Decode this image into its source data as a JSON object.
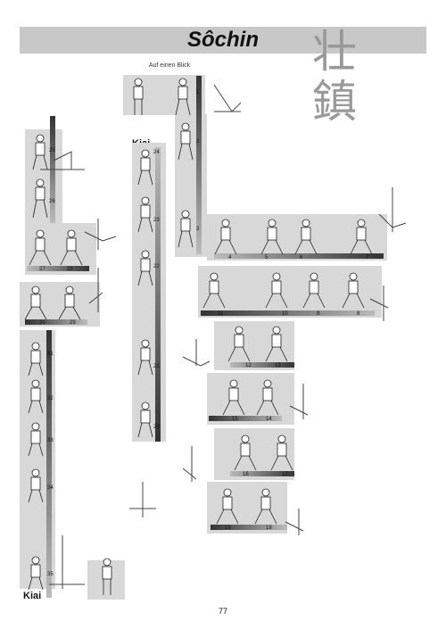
{
  "page": {
    "title": "Sôchin",
    "kanji": [
      "壮",
      "鎮"
    ],
    "subtitle": "Auf einen Blick",
    "kiai_top": "Kiai",
    "kiai_bottom": "Kiai",
    "page_number": "77"
  },
  "steps": [
    "1",
    "2",
    "3",
    "4",
    "5",
    "6",
    "7",
    "8",
    "9",
    "10",
    "11",
    "12",
    "13",
    "14",
    "15",
    "16",
    "17",
    "18",
    "19",
    "20",
    "21",
    "22",
    "23",
    "24",
    "25",
    "26",
    "27",
    "28",
    "29",
    "30",
    "31",
    "32",
    "33",
    "34",
    "35"
  ],
  "colors": {
    "panel": "#d8d8d8",
    "arrow_dark": "#555555",
    "arrow_light": "#bbbbbb",
    "title_bar": "#c8c8c8"
  }
}
